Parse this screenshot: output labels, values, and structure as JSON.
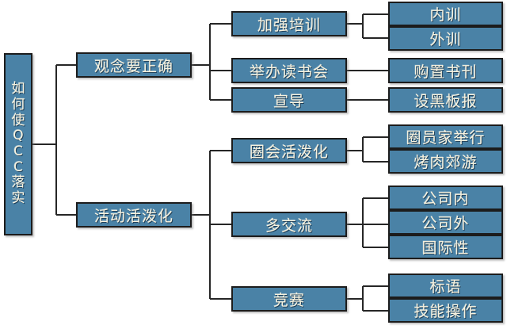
{
  "diagram": {
    "title": "如何使QCC落实",
    "type": "tree-diagram",
    "colors": {
      "node_fill": "#4a82a6",
      "node_border": "#1c1c1c",
      "node_text": "#f7f2de",
      "line": "#262626",
      "background": "#ffffff"
    },
    "root": {
      "label": "如何使QCC落实",
      "chars": [
        "如",
        "何",
        "使",
        "Q",
        "C",
        "C",
        "落",
        "实"
      ]
    },
    "level2": [
      {
        "label": "观念要正确"
      },
      {
        "label": "活动活泼化"
      }
    ],
    "level3": [
      {
        "label": "加强培训"
      },
      {
        "label": "举办读书会"
      },
      {
        "label": "宣导"
      },
      {
        "label": "圈会活泼化"
      },
      {
        "label": "多交流"
      },
      {
        "label": "竞赛"
      }
    ],
    "level4": [
      {
        "label": "内训"
      },
      {
        "label": "外训"
      },
      {
        "label": "购置书刊"
      },
      {
        "label": "设黑板报"
      },
      {
        "label": "圈员家举行"
      },
      {
        "label": "烤肉郊游"
      },
      {
        "label": "公司内"
      },
      {
        "label": "公司外"
      },
      {
        "label": "国际性"
      },
      {
        "label": "标语"
      },
      {
        "label": "技能操作"
      }
    ]
  }
}
